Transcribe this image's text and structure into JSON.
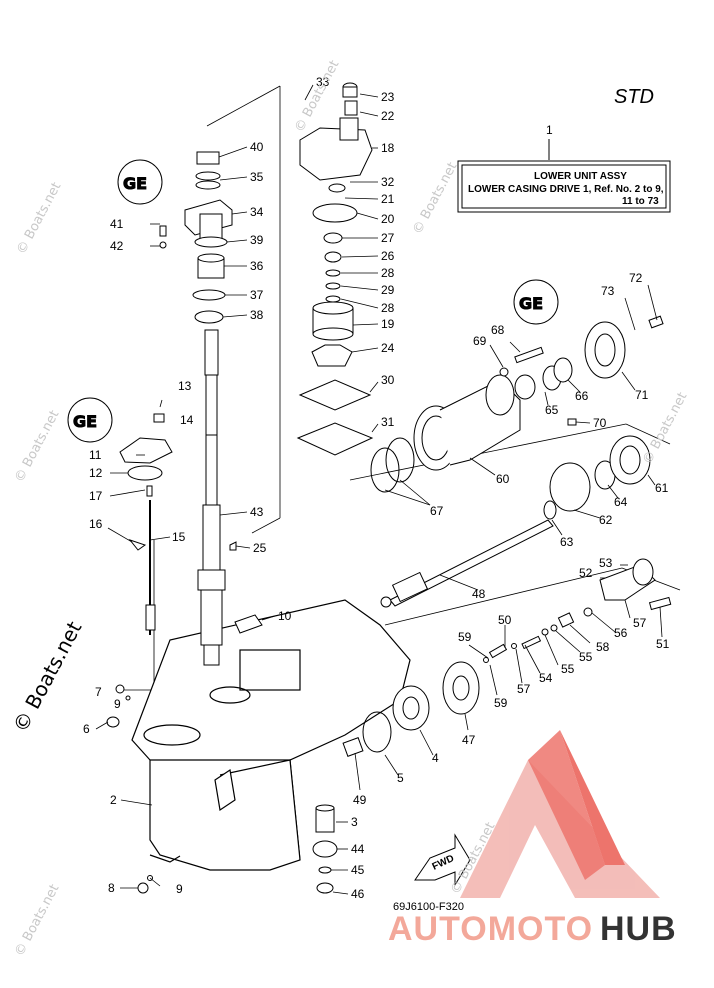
{
  "header": {
    "std": "STD"
  },
  "assembly_box": {
    "ref": "1",
    "line1": "LOWER UNIT ASSY",
    "line2": "LOWER CASING DRIVE 1,  Ref. No. 2 to 9,",
    "line3": "11 to 73"
  },
  "fwd_label": "FWD",
  "diagram_code": "69J6100-F320",
  "watermarks": {
    "small": "© Boats.net",
    "big": "© Boats.net"
  },
  "logo": {
    "part1": "AUTOMOTO",
    "part2": "HUB",
    "color_primary": "#e8463c",
    "color_secondary": "#f5b8b2",
    "color_dark": "#333333"
  },
  "callouts": {
    "c1": "1",
    "c2": "2",
    "c3": "3",
    "c4": "4",
    "c5": "5",
    "c6": "6",
    "c7": "7",
    "c8": "8",
    "c9a": "9",
    "c9b": "9",
    "c10": "10",
    "c11": "11",
    "c12": "12",
    "c13": "13",
    "c14": "14",
    "c15": "15",
    "c16": "16",
    "c17": "17",
    "c18": "18",
    "c19": "19",
    "c20": "20",
    "c21": "21",
    "c22": "22",
    "c23": "23",
    "c24": "24",
    "c25": "25",
    "c26": "26",
    "c27": "27",
    "c28a": "28",
    "c28b": "28",
    "c29": "29",
    "c30": "30",
    "c31": "31",
    "c32": "32",
    "c33": "33",
    "c34": "34",
    "c35": "35",
    "c36": "36",
    "c37": "37",
    "c38": "38",
    "c39": "39",
    "c40": "40",
    "c41": "41",
    "c42": "42",
    "c43": "43",
    "c44": "44",
    "c45": "45",
    "c46": "46",
    "c47": "47",
    "c48": "48",
    "c49": "49",
    "c50": "50",
    "c51": "51",
    "c52": "52",
    "c53": "53",
    "c54": "54",
    "c55a": "55",
    "c55b": "55",
    "c56": "56",
    "c57a": "57",
    "c57b": "57",
    "c58": "58",
    "c59a": "59",
    "c59b": "59",
    "c60": "60",
    "c61": "61",
    "c62": "62",
    "c63": "63",
    "c64": "64",
    "c65": "65",
    "c66": "66",
    "c67": "67",
    "c68": "68",
    "c69": "69",
    "c70": "70",
    "c71": "71",
    "c72": "72",
    "c73": "73"
  }
}
